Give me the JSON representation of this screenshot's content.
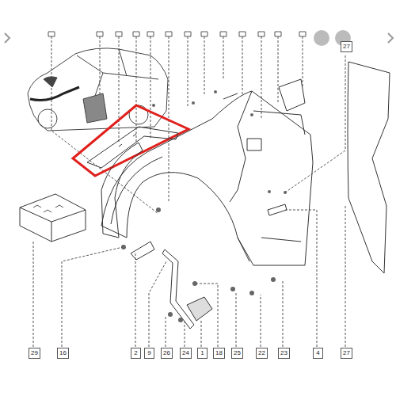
{
  "diagram": {
    "labels": [
      "27",
      "29",
      "16",
      "2",
      "9",
      "26",
      "24",
      "1",
      "18",
      "25",
      "22",
      "23",
      "4",
      "27"
    ]
  }
}
